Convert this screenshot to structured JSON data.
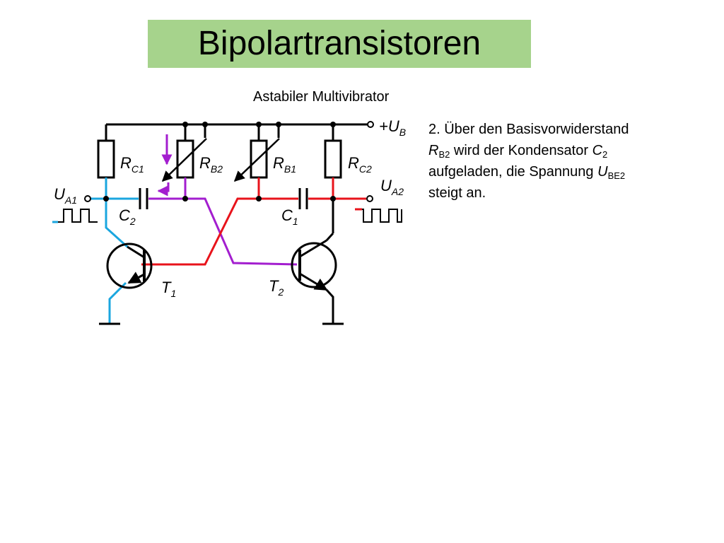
{
  "slide": {
    "title": "Bipolartransistoren",
    "subtitle": "Astabiler Multivibrator"
  },
  "description": {
    "line1": "2. Über den Basisvorwiderstand",
    "rb2_main": "R",
    "rb2_sub": "B2",
    "line2_rest": " wird der Kondensator ",
    "c2_main": "C",
    "c2_sub": "2",
    "line3_start": "aufgeladen, die Spannung ",
    "ube2_main": "U",
    "ube2_sub": "BE2",
    "line4": "steigt an."
  },
  "circuit": {
    "ub": {
      "main": "+U",
      "sub": "B"
    },
    "rc1": {
      "main": "R",
      "sub": "C1"
    },
    "rb2": {
      "main": "R",
      "sub": "B2"
    },
    "rb1": {
      "main": "R",
      "sub": "B1"
    },
    "rc2": {
      "main": "R",
      "sub": "C2"
    },
    "ua1": {
      "main": "U",
      "sub": "A1"
    },
    "ua2": {
      "main": "U",
      "sub": "A2"
    },
    "c2": {
      "main": "C",
      "sub": "2"
    },
    "c1": {
      "main": "C",
      "sub": "1"
    },
    "t1": {
      "main": "T",
      "sub": "1"
    },
    "t2": {
      "main": "T",
      "sub": "2"
    },
    "colors": {
      "wire": "#000000",
      "blue": "#1aa6df",
      "red": "#e8131b",
      "purple": "#a31ecf",
      "title_bg": "#a6d38c"
    }
  }
}
